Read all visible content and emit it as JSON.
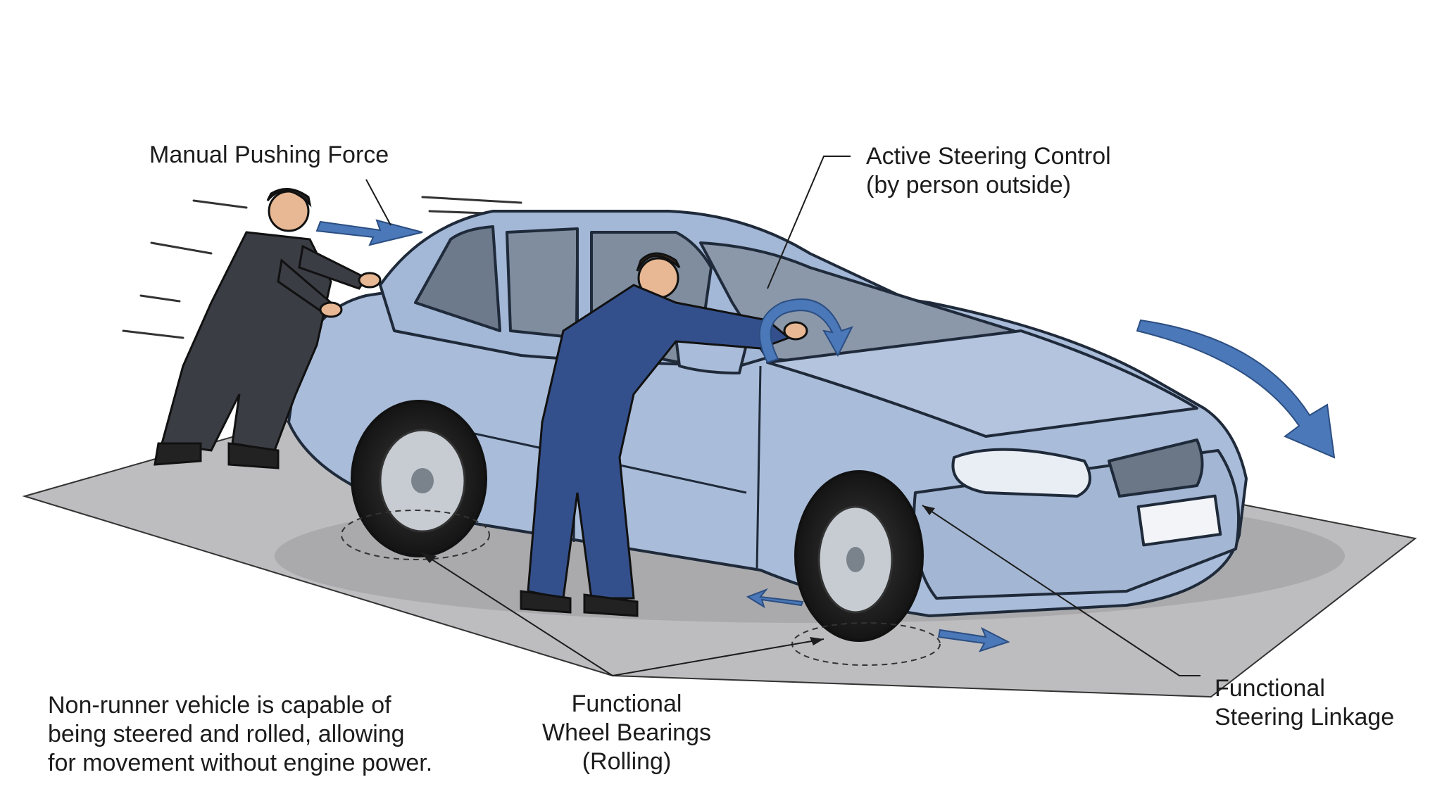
{
  "labels": {
    "pushing": "Manual Pushing Force",
    "steering_control_line1": "Active Steering Control",
    "steering_control_line2": "(by person outside)",
    "bearings_line1": "Functional",
    "bearings_line2": "Wheel Bearings",
    "bearings_line3": "(Rolling)",
    "linkage_line1": "Functional",
    "linkage_line2": "Steering Linkage",
    "caption_line1": "Non-runner vehicle is capable of",
    "caption_line2": "being steered and rolled, allowing",
    "caption_line3": "for movement without engine power."
  },
  "colors": {
    "car_body": "#a9bcd9",
    "car_outline": "#1f2a3a",
    "ground": "#bdbdc0",
    "arrow_blue": "#4a78b8",
    "pusher_suit": "#3a3d44",
    "steerer_suit": "#34508c",
    "skin": "#e8b793"
  },
  "icons": {
    "push_arrow": "arrow-right-icon",
    "turn_arrow": "curved-arrow-icon",
    "steer_arrow": "rotate-arrow-icon",
    "wheel_move_arrows": "arrow-left-right-icon"
  }
}
